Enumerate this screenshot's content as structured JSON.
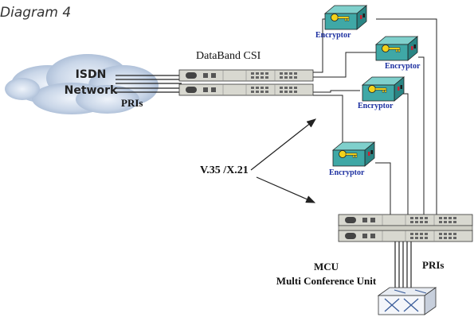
{
  "diagram": {
    "title": "Diagram 4",
    "csi_label": "DataBand CSI",
    "isdn_line1": "ISDN",
    "isdn_line2": "Network",
    "pri_left": "PRIs",
    "v35_label": "V.35 /X.21",
    "mcu_line1": "MCU",
    "mcu_line2": "Multi Conference Unit",
    "pri_right": "PRIs",
    "encryptors": [
      "Encryptor",
      "Encryptor",
      "Encryptor",
      "Encryptor"
    ]
  },
  "colors": {
    "cloud": "#c9d6e8",
    "encryptor_body": "#3fa8a6",
    "encryptor_label": "#1c2fa0",
    "key": "#f2d21a",
    "rack": "#d8d8d0",
    "line": "#222222"
  },
  "icons": [
    "cloud-icon",
    "rack-unit-icon",
    "encryptor-icon",
    "key-icon",
    "switch-icon"
  ]
}
